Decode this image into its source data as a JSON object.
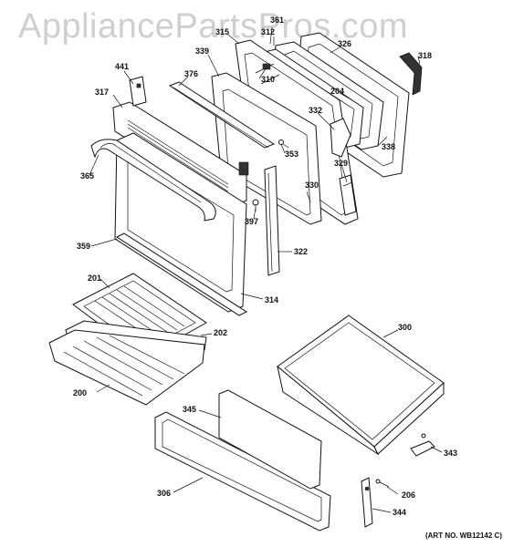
{
  "watermark": "AppliancePartsPros.com",
  "art_number": "(ART NO. WB12142 C)",
  "parts": [
    {
      "id": "p361",
      "label": "361"
    },
    {
      "id": "p315",
      "label": "315"
    },
    {
      "id": "p312",
      "label": "312"
    },
    {
      "id": "p326",
      "label": "326"
    },
    {
      "id": "p318",
      "label": "318"
    },
    {
      "id": "p441",
      "label": "441"
    },
    {
      "id": "p339",
      "label": "339"
    },
    {
      "id": "p376",
      "label": "376"
    },
    {
      "id": "p310",
      "label": "310"
    },
    {
      "id": "p204",
      "label": "204"
    },
    {
      "id": "p317",
      "label": "317"
    },
    {
      "id": "p332",
      "label": "332"
    },
    {
      "id": "p353",
      "label": "353"
    },
    {
      "id": "p338",
      "label": "338"
    },
    {
      "id": "p365",
      "label": "365"
    },
    {
      "id": "p329",
      "label": "329"
    },
    {
      "id": "p330",
      "label": "330"
    },
    {
      "id": "p397",
      "label": "397"
    },
    {
      "id": "p359",
      "label": "359"
    },
    {
      "id": "p322",
      "label": "322"
    },
    {
      "id": "p314",
      "label": "314"
    },
    {
      "id": "p201",
      "label": "201"
    },
    {
      "id": "p300",
      "label": "300"
    },
    {
      "id": "p202",
      "label": "202"
    },
    {
      "id": "p200",
      "label": "200"
    },
    {
      "id": "p345",
      "label": "345"
    },
    {
      "id": "p343",
      "label": "343"
    },
    {
      "id": "p306",
      "label": "306"
    },
    {
      "id": "p206",
      "label": "206"
    },
    {
      "id": "p344",
      "label": "344"
    }
  ]
}
